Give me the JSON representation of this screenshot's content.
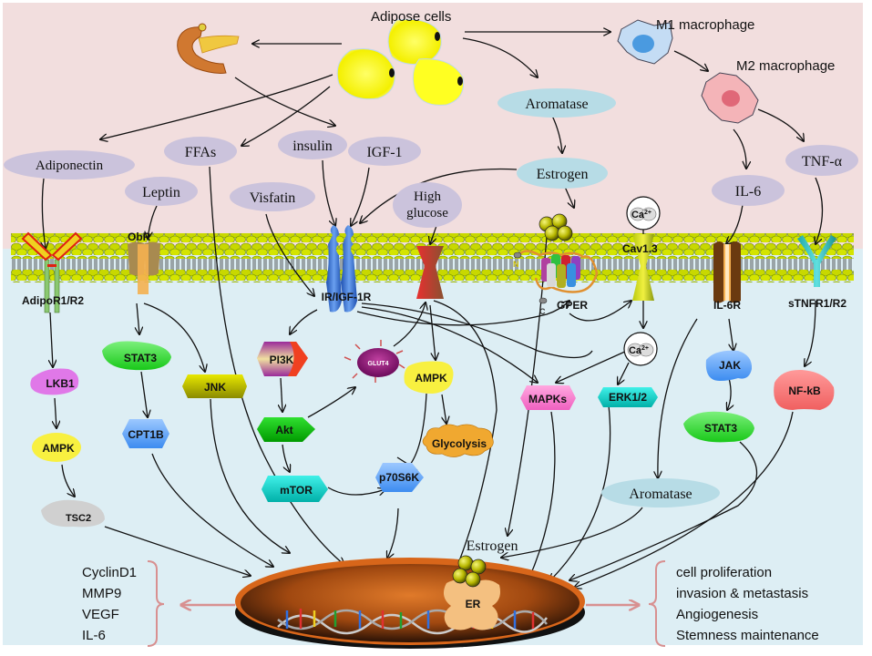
{
  "diagram": {
    "type": "signaling-pathway",
    "colors": {
      "extracellular_bg": "#f2dede",
      "intracellular_bg": "#ddeef4",
      "ligand_ellipse": "#cbc3dc",
      "aromatase_ellipse": "#b7dce6",
      "membrane_head": "#c8d800",
      "nucleus": "#d8661a",
      "output_arrow": "#d89090"
    },
    "extracellular": {
      "adipose_cells": "Adipose cells",
      "pancreas_icon": "pancreas",
      "m1_macrophage": "M1  macrophage",
      "m2_macrophage": "M2  macrophage",
      "aromatase": "Aromatase",
      "estrogen": "Estrogen",
      "adiponectin": "Adiponectin",
      "ffas": "FFAs",
      "insulin": "insulin",
      "igf1": "IGF-1",
      "leptin": "Leptin",
      "visfatin": "Visfatin",
      "high_glucose_line1": "High",
      "high_glucose_line2": "glucose",
      "il6": "IL-6",
      "tnfa": "TNF-α",
      "ca_outside": "Ca",
      "ca_sup": "2+"
    },
    "membrane": {
      "adipor": "AdipoR1/R2",
      "obr": "ObR",
      "ir_igf1r": "IR/IGF-1R",
      "gper": "GPER",
      "gper_n": "N",
      "gper_c": "C",
      "cav13": "Cav1.3",
      "il6r": "IL-6R",
      "stnfr": "sTNFR1/R2"
    },
    "intracellular": {
      "lkb1": "LKB1",
      "ampk_left": "AMPK",
      "tsc2": "TSC2",
      "stat3_left": "STAT3",
      "cpt1b": "CPT1B",
      "jnk": "JNK",
      "pi3k": "PI3K",
      "akt": "Akt",
      "mtor": "mTOR",
      "glut4": "GLUT4",
      "ampk_mid": "AMPK",
      "glycolysis": "Glycolysis",
      "p70s6k": "p70S6K",
      "mapks": "MAPKs",
      "ca_inside": "Ca",
      "ca_inside_sup": "2+",
      "erk": "ERK1/2",
      "jak": "JAK",
      "stat3_right": "STAT3",
      "nfkb": "NF-kB",
      "aromatase_inner": "Aromatase"
    },
    "nucleus": {
      "estrogen": "Estrogen",
      "er": "ER"
    },
    "outputs_left": [
      "CyclinD1",
      "MMP9",
      "VEGF",
      "IL-6"
    ],
    "outputs_right": [
      "cell proliferation",
      "invasion & metastasis",
      "Angiogenesis",
      "Stemness maintenance"
    ]
  }
}
